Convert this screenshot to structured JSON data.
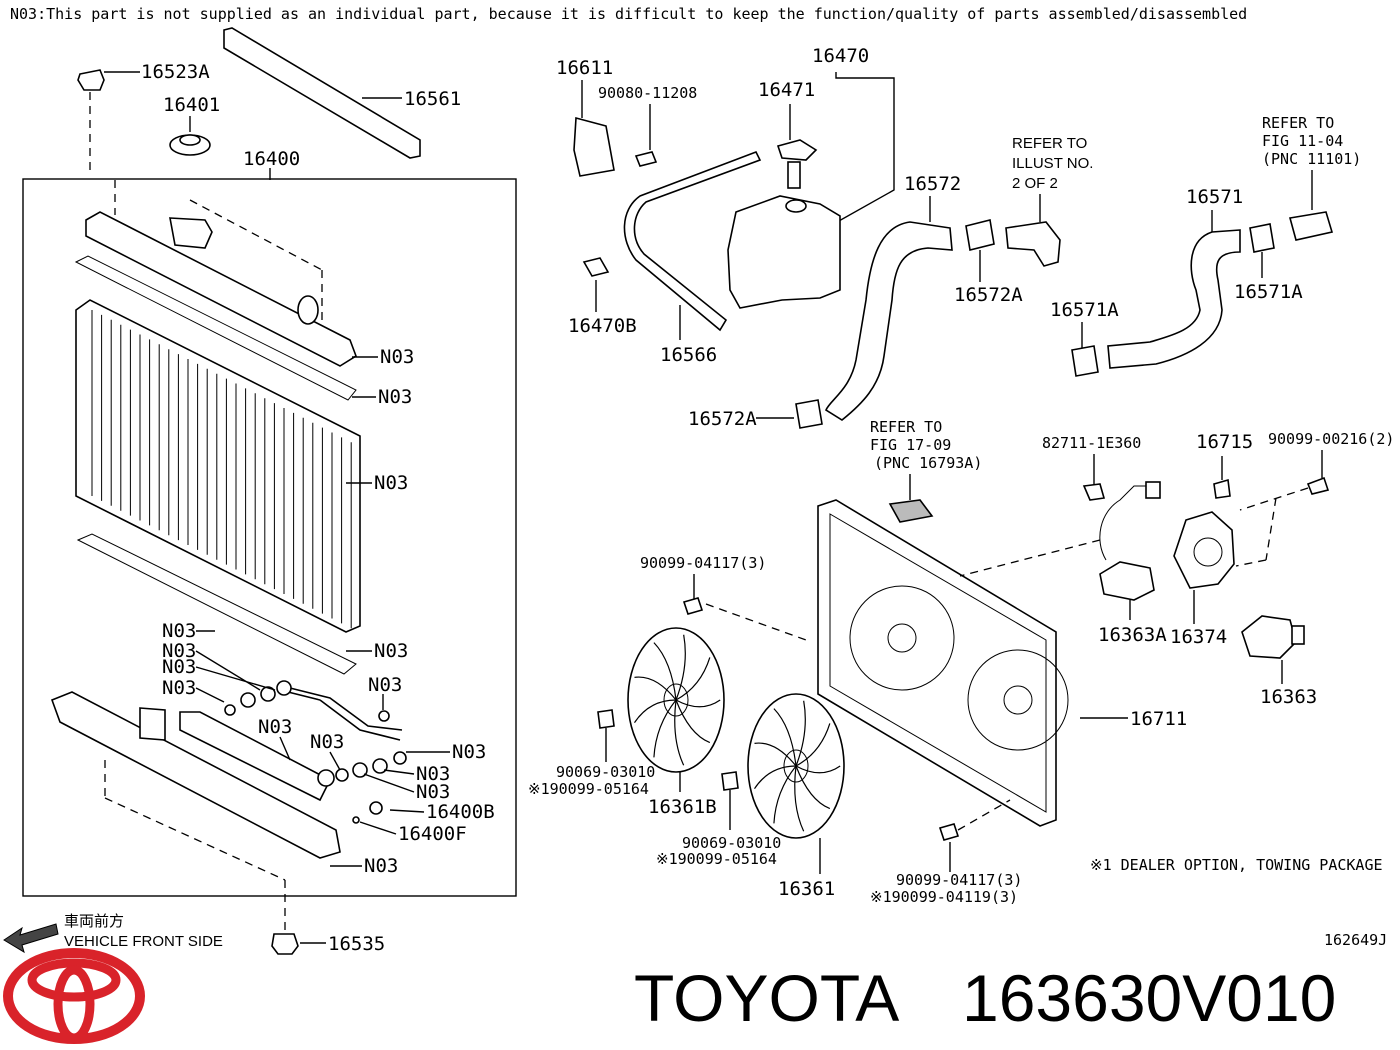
{
  "header_note": "N03:This part is not supplied as an individual part, because it is difficult to keep the function/quality of parts assembled/disassembled",
  "labels": {
    "p16523A": "16523A",
    "p16401": "16401",
    "p16561": "16561",
    "p16400": "16400",
    "p16611": "16611",
    "p90080": "90080-11208",
    "p16470": "16470",
    "p16471": "16471",
    "p16572": "16572",
    "p16572A_top": "16572A",
    "p16572A_bot": "16572A",
    "p16470B": "16470B",
    "p16566": "16566",
    "p16571": "16571",
    "p16571A_l": "16571A",
    "p16571A_r": "16571A",
    "p82711": "82711-1E360",
    "p16715": "16715",
    "p90099_00216": "90099-00216(2)",
    "p90099_04117_a": "90099-04117(3)",
    "p16363A": "16363A",
    "p16374": "16374",
    "p16363": "16363",
    "p16711": "16711",
    "p90069_a": "90069-03010",
    "p190099_a": "※190099-05164",
    "p16361B": "16361B",
    "p90069_b": "90069-03010",
    "p190099_b": "※190099-05164",
    "p16361": "16361",
    "p90099_04117_b": "90099-04117(3)",
    "p190099_04119": "※190099-04119(3)",
    "p16400B": "16400B",
    "p16400F": "16400F",
    "p16535": "16535",
    "n03": "N03"
  },
  "refer_illust": [
    "REFER TO",
    "ILLUST NO.",
    "2 OF 2"
  ],
  "refer_fig11": [
    "REFER TO",
    "FIG 11-04",
    "(PNC 11101)"
  ],
  "refer_fig17": [
    "REFER TO",
    "FIG 17-09",
    "(PNC 16793A)"
  ],
  "dealer_note": "※1 DEALER OPTION, TOWING PACKAGE",
  "direction_jp": "車両前方",
  "direction_en": "VEHICLE FRONT SIDE",
  "diagram_code": "162649J",
  "brand": "TOYOTA",
  "part_number": "163630V010",
  "colors": {
    "logo": "#d9232a",
    "ink": "#000000"
  }
}
